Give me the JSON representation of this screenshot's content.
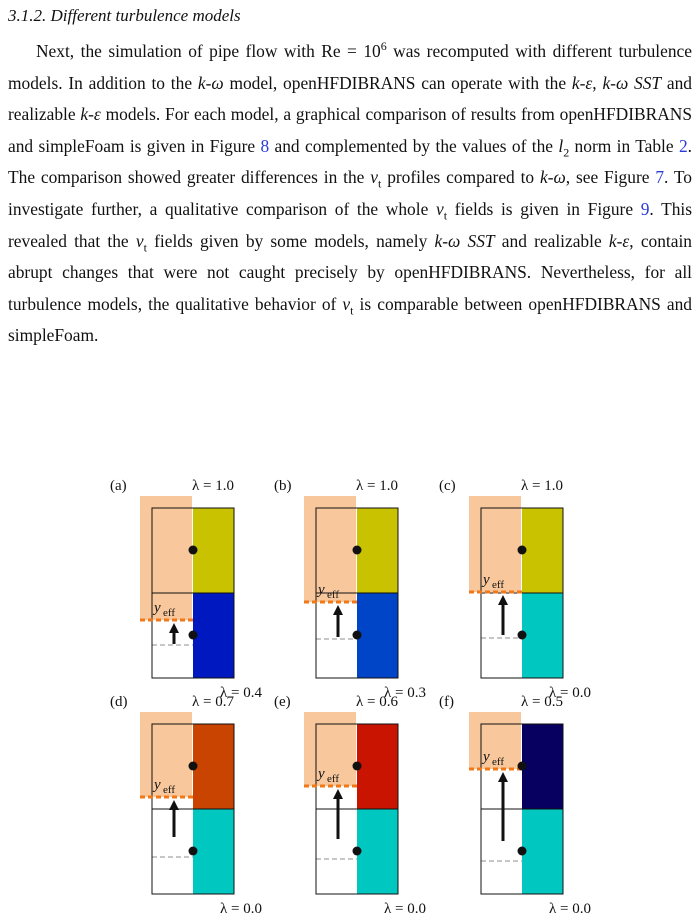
{
  "section": {
    "heading": "3.1.2. Different turbulence models"
  },
  "body": {
    "p1": "Next, the simulation of pipe flow with Re = ",
    "p1_base": "10",
    "p1_exp": "6",
    "p2": " was recomputed with different turbulence models. In addition to the ",
    "m_kw": "k-ω",
    "p3": " model, openHFDIBRANS can operate with the ",
    "m_ke": "k-ε",
    "p4": ", ",
    "m_kwsst": "k-ω SST",
    "p5": " and realizable ",
    "m_rke": "k-ε",
    "p6": " models. For each model, a graphical comparison of results from openHFDIBRANS and simpleFoam is given in Figure ",
    "ref_fig8": "8",
    "p7": " and complemented by the values of the ",
    "l2_base": "l",
    "l2_sub": "2",
    "p8": " norm in Table ",
    "ref_tab2": "2",
    "p9": ". The comparison showed greater differences in the ",
    "nu1_base": "ν",
    "nu1_sub": "t",
    "p10": " profiles compared to ",
    "m_kw2": "k-ω",
    "p11": ", see Figure ",
    "ref_fig7": "7",
    "p12": ". To investigate further, a qualitative comparison of the whole ",
    "nu2_base": "ν",
    "nu2_sub": "t",
    "p13": " fields is given in Figure ",
    "ref_fig9": "9",
    "p14": ". This revealed that the ",
    "nu3_base": "ν",
    "nu3_sub": "t",
    "p15": " fields given by some models, namely ",
    "m_kwsst2": "k-ω SST",
    "p16": " and realizable ",
    "m_rke2": "k-ε",
    "p17": ", contain abrupt changes that were not caught precisely by openHFDIBRANS. Nevertheless, for all turbulence models, the qualitative behavior of ",
    "nu4_base": "ν",
    "nu4_sub": "t",
    "p18": " is comparable between openHFDIBRANS and simpleFoam."
  },
  "figure": {
    "yeff_base": "y",
    "yeff_sub": "eff",
    "colors": {
      "orange_patch": "#f8c89c",
      "dash_orange": "#f07818",
      "grid_dash": "#8c8c8c",
      "line": "#111111"
    },
    "panels": [
      {
        "tag": "(a)",
        "top_label": "λ = 1.0",
        "bottom_label": "λ = 0.4",
        "top_color": "#c8c200",
        "bottom_color": "#0018c0"
      },
      {
        "tag": "(b)",
        "top_label": "λ = 1.0",
        "bottom_label": "λ = 0.3",
        "top_color": "#c8c200",
        "bottom_color": "#0044c8"
      },
      {
        "tag": "(c)",
        "top_label": "λ = 1.0",
        "bottom_label": "λ = 0.0",
        "top_color": "#c8c200",
        "bottom_color": "#00c8c0"
      },
      {
        "tag": "(d)",
        "top_label": "λ = 0.7",
        "bottom_label": "λ = 0.0",
        "top_color": "#c84400",
        "bottom_color": "#00c8c0"
      },
      {
        "tag": "(e)",
        "top_label": "λ = 0.6",
        "bottom_label": "λ = 0.0",
        "top_color": "#c81400",
        "bottom_color": "#00c8c0"
      },
      {
        "tag": "(f)",
        "top_label": "λ = 0.5",
        "bottom_label": "λ = 0.0",
        "top_color": "#080060",
        "bottom_color": "#00c8c0"
      }
    ]
  }
}
